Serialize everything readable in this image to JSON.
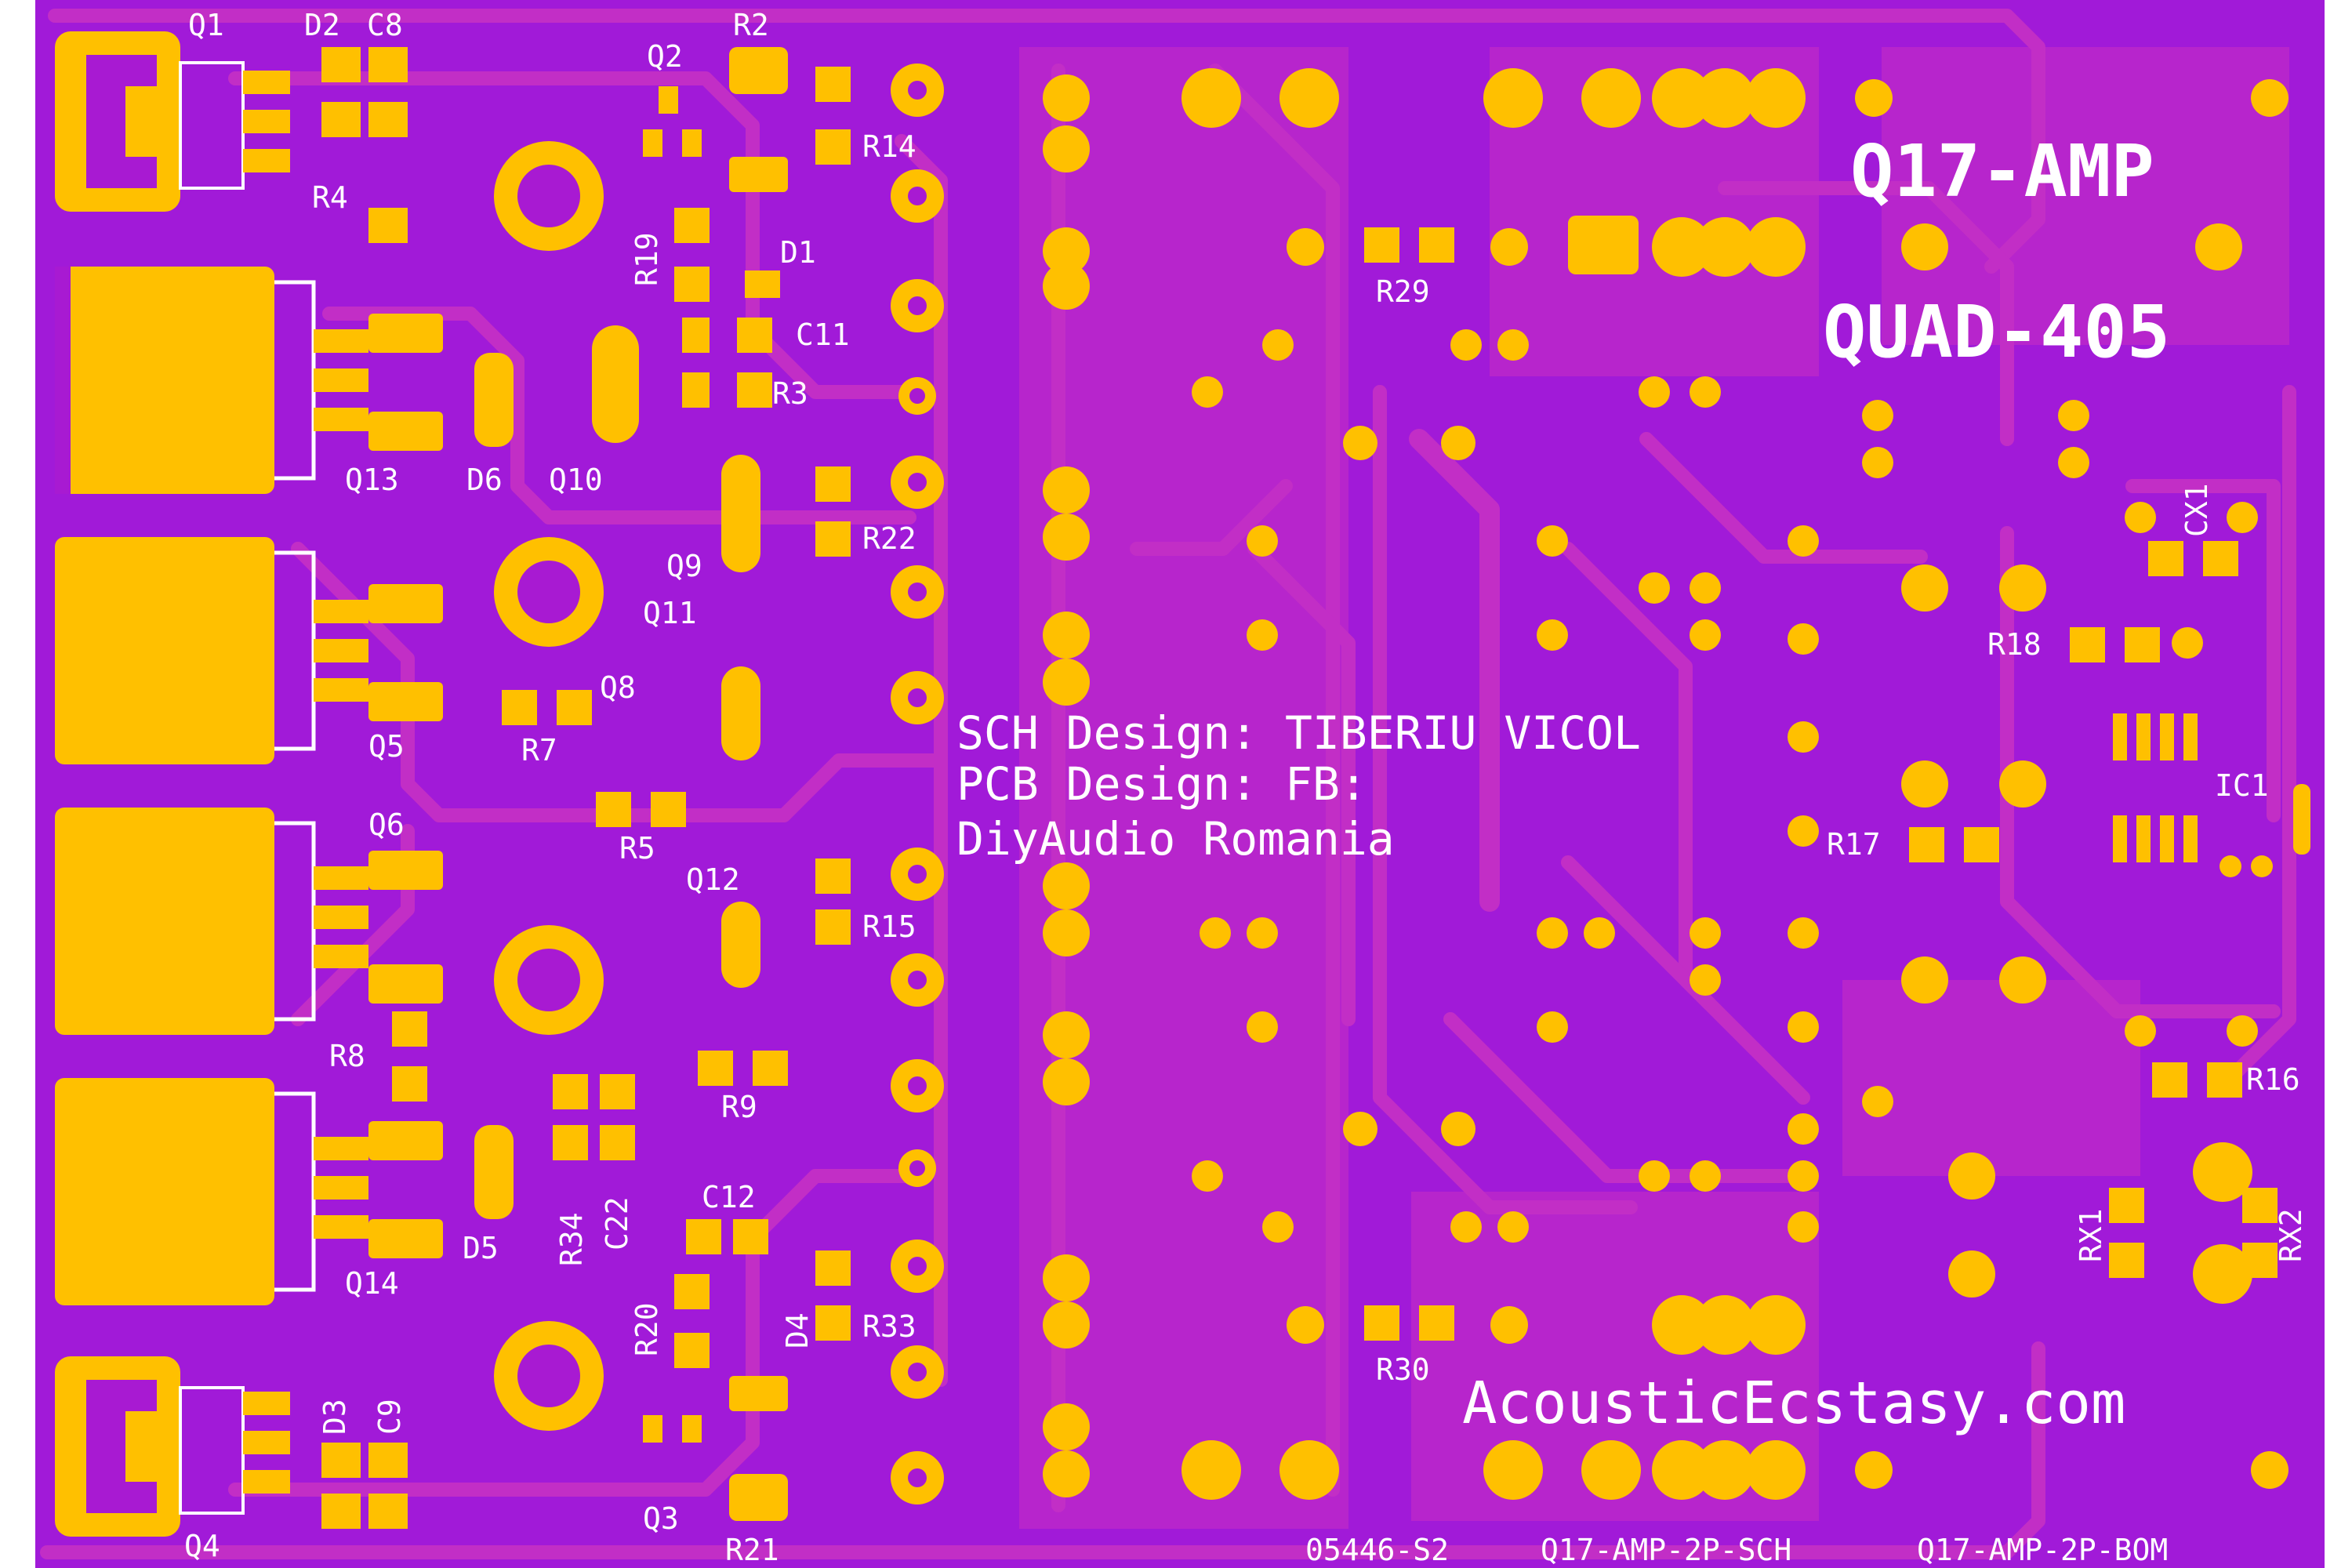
{
  "board": {
    "title_line1": "Q17-AMP",
    "title_line2": "QUAD-405",
    "credits": [
      "SCH Design: TIBERIU VICOL",
      "PCB Design: FB:",
      "DiyAudio Romania"
    ],
    "website": "AcousticEcstasy.com",
    "footer": [
      "05446-S2",
      "Q17-AMP-2P-SCH",
      "Q17-AMP-2P-BOM"
    ],
    "colors": {
      "substrate": "#a11ad8",
      "copper_pour": "#b725cc",
      "trace": "#c22ec6",
      "pad": "#ffc000",
      "silkscreen": "#ffffff"
    }
  },
  "designators": {
    "Q1": "Q1",
    "D2": "D2",
    "C8": "C8",
    "R4": "R4",
    "Q2": "Q2",
    "R2": "R2",
    "R14": "R14",
    "R19": "R19",
    "D1": "D1",
    "C11": "C11",
    "R3": "R3",
    "Q13": "Q13",
    "D6": "D6",
    "Q10": "Q10",
    "R22": "R22",
    "Q9": "Q9",
    "Q11": "Q11",
    "Q5": "Q5",
    "Q8": "Q8",
    "R7": "R7",
    "R5": "R5",
    "Q6": "Q6",
    "Q12": "Q12",
    "R15": "R15",
    "R8": "R8",
    "R9": "R9",
    "Q14": "Q14",
    "D5": "D5",
    "R34": "R34",
    "C22": "C22",
    "C12": "C12",
    "R20": "R20",
    "D4": "D4",
    "R33": "R33",
    "D3": "D3",
    "C9": "C9",
    "Q4": "Q4",
    "Q3": "Q3",
    "R21": "R21",
    "R29": "R29",
    "R30": "R30",
    "CX1": "CX1",
    "R18": "R18",
    "IC1": "IC1",
    "R17": "R17",
    "R16": "R16",
    "RX1": "RX1",
    "RX2": "RX2"
  }
}
